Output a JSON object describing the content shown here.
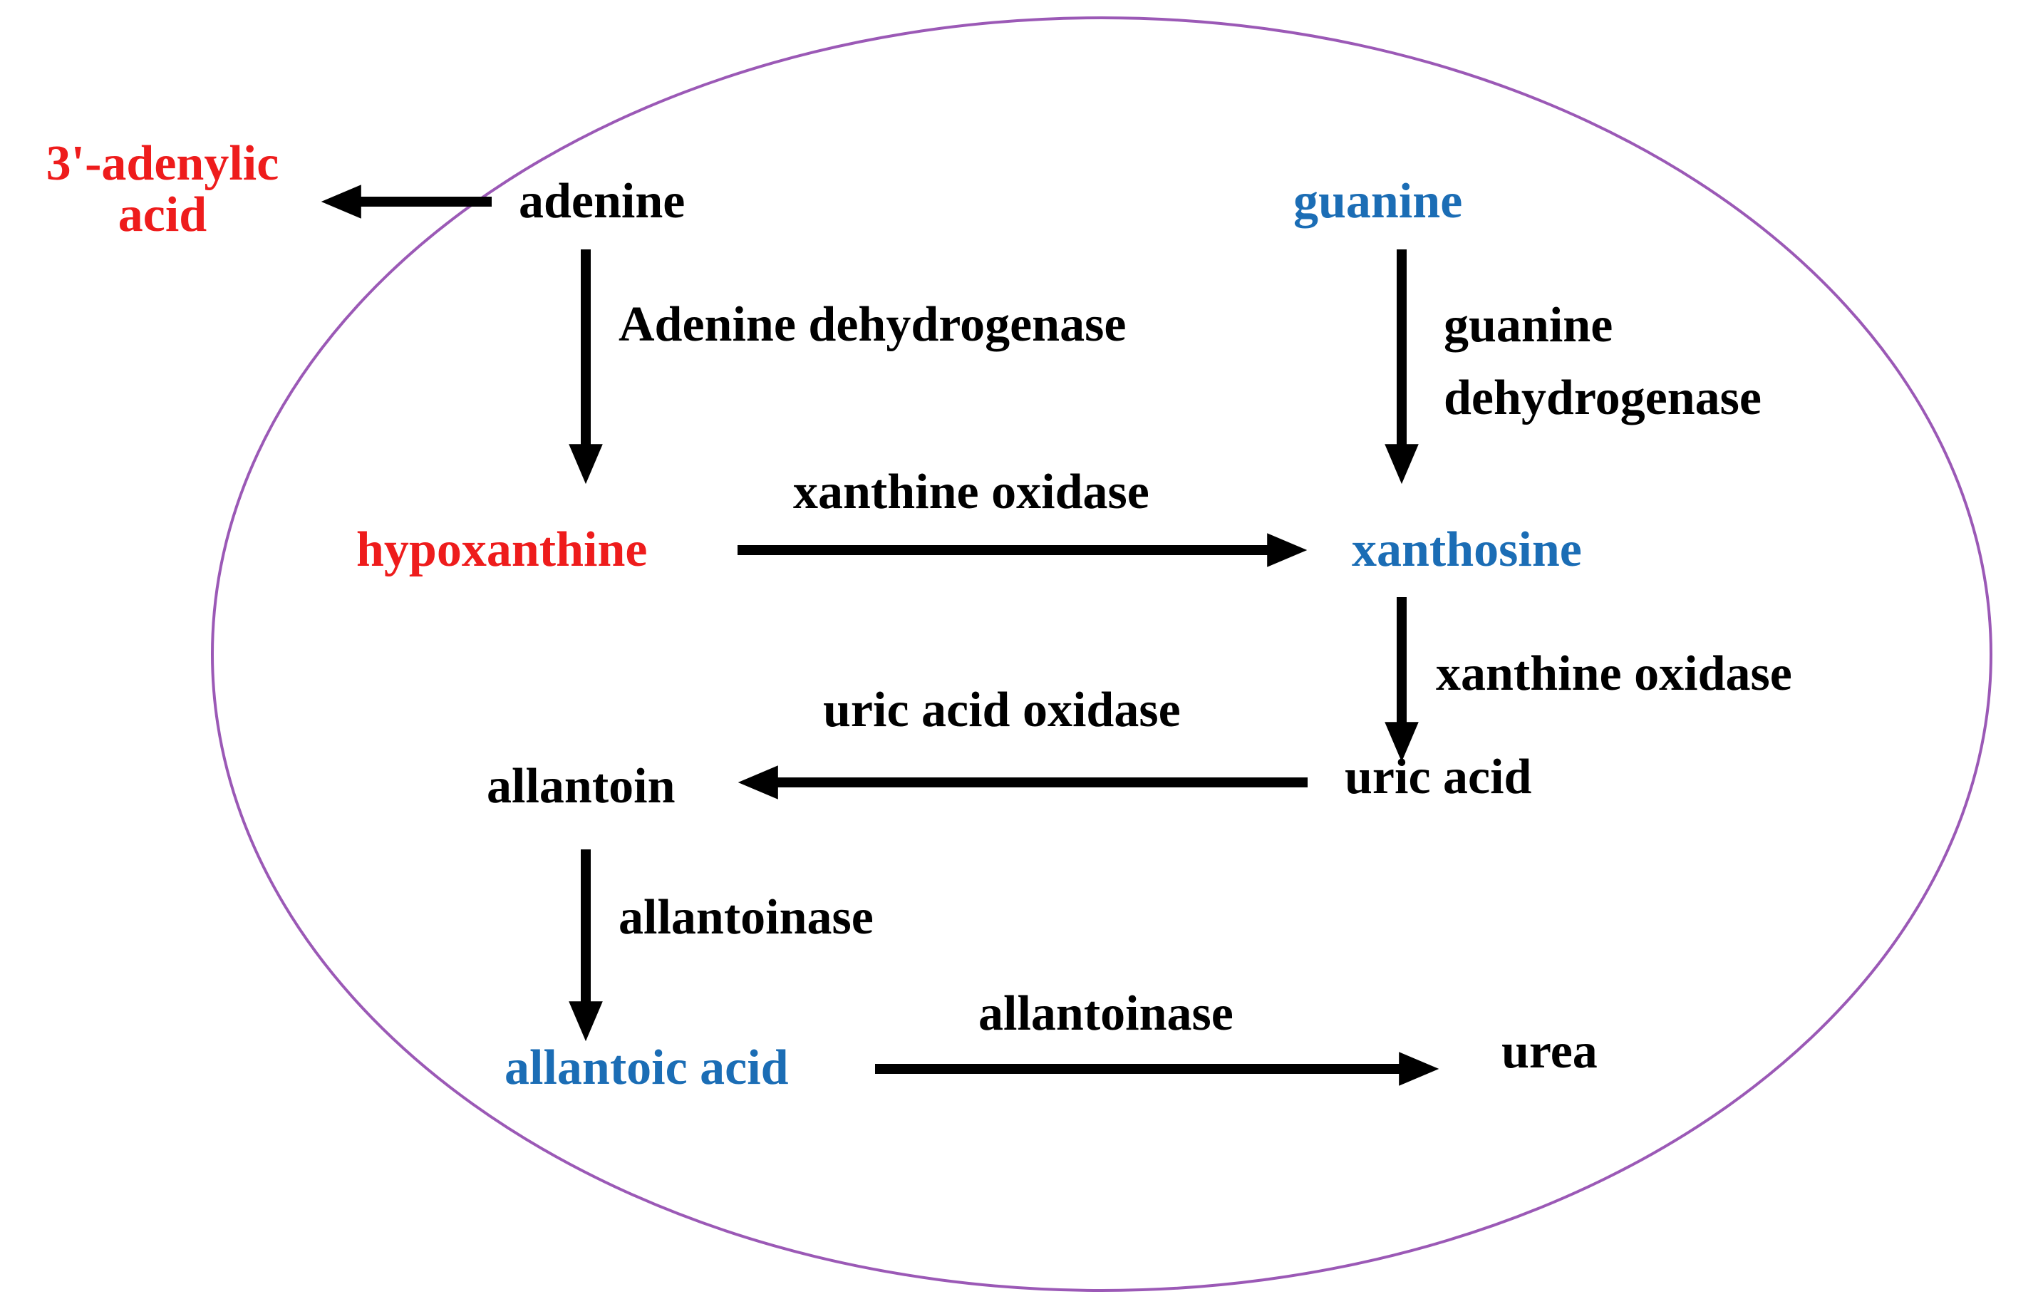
{
  "compounds": {
    "adenylic_acid": {
      "line1": "3'-adenylic",
      "line2": "acid"
    },
    "adenine": "adenine",
    "guanine": "guanine",
    "hypoxanthine": "hypoxanthine",
    "xanthosine": "xanthosine",
    "uric_acid": "uric acid",
    "allantoin": "allantoin",
    "allantoic_acid": "allantoic acid",
    "urea": "urea"
  },
  "enzymes": {
    "adenine_dehydrogenase": "Adenine dehydrogenase",
    "guanine_dehydrogenase": {
      "line1": "guanine",
      "line2": "dehydrogenase"
    },
    "xanthine_oxidase_top": "xanthine oxidase",
    "xanthine_oxidase_right": "xanthine oxidase",
    "uric_acid_oxidase": "uric acid oxidase",
    "allantoinase_vertical": "allantoinase",
    "allantoinase_horizontal": "allantoinase"
  },
  "colors": {
    "highlight_red": "#ee1c1c",
    "highlight_blue": "#1b6db5",
    "text": "#000000",
    "ellipse_outline": "#9b59b6",
    "arrow": "#000000"
  }
}
